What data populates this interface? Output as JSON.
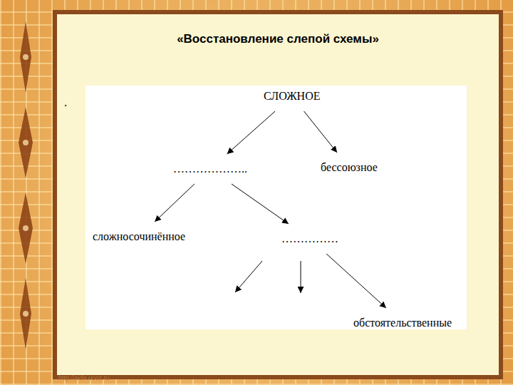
{
  "diagram": {
    "title": "«Восстановление слепой схемы»",
    "nodes": [
      {
        "text": [
          "СЛОЖНОЕ"
        ]
      },
      {
        "text": [
          "……………….."
        ]
      },
      {
        "text": [
          "бессоюзное"
        ]
      },
      {
        "text": [
          "сложносочинённое"
        ]
      },
      {
        "text": [
          "……………"
        ]
      },
      {
        "text": [
          "обстоятельственные"
        ]
      }
    ],
    "edges": [
      {
        "from": 0,
        "to": 1,
        "arrow": "to"
      },
      {
        "from": 0,
        "to": 2,
        "arrow": "to"
      },
      {
        "from": 1,
        "to": 3,
        "arrow": "to"
      },
      {
        "from": 1,
        "to": 4,
        "arrow": "to"
      },
      {
        "from": 4,
        "to": 5,
        "arrow": "to"
      }
    ],
    "labels": [
      ".",
      "http://aida.ucoz.ru"
    ]
  }
}
